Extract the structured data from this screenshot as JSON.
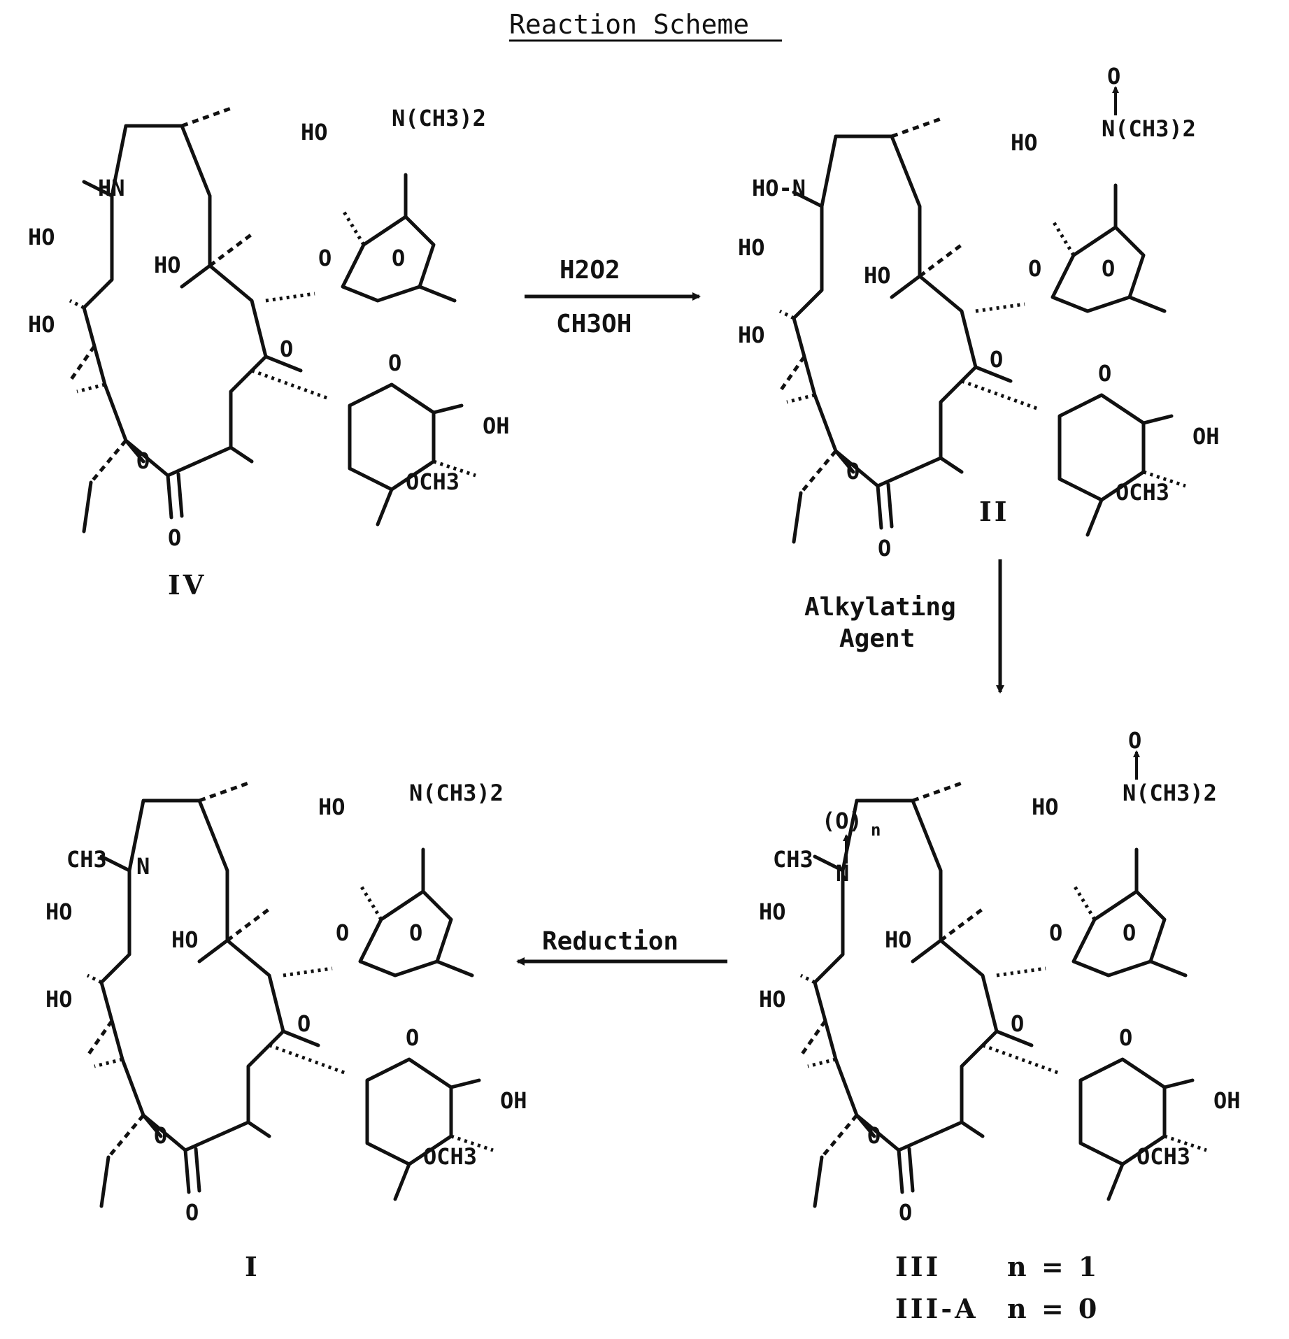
{
  "title": "Reaction Scheme",
  "compounds": {
    "iv": {
      "label": "IV",
      "n_group": "HN"
    },
    "ii": {
      "label": "II",
      "n_group": "HO-N"
    },
    "iii": {
      "label": "III",
      "label_a": "III-A",
      "n_eq_1": "n = 1",
      "n_eq_0": "n = 0",
      "n_oxide": "(O)",
      "n_sub": "n"
    },
    "i": {
      "label": "I"
    }
  },
  "reagents": {
    "step1": {
      "top": "H2O2",
      "bottom": "CH3OH"
    },
    "step2": {
      "line1": "Alkylating",
      "line2": "Agent"
    },
    "step3": {
      "label": "Reduction"
    }
  },
  "groups": {
    "ho": "HO",
    "oh": "OH",
    "o": "O",
    "nme2": "N(CH3)2",
    "ome": "OCH3",
    "ch3": "CH3",
    "n": "N"
  }
}
